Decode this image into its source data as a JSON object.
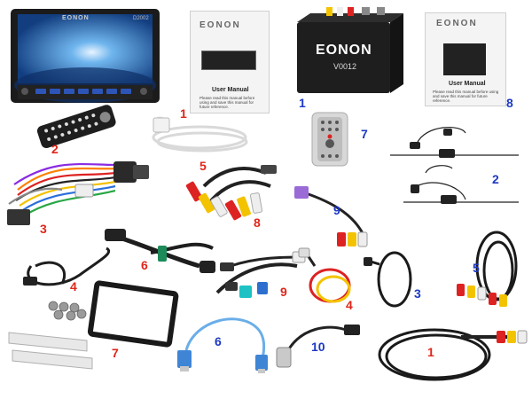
{
  "headunit": {
    "brand": "EONON",
    "model": "D2002"
  },
  "manual_left": {
    "brand": "EONON",
    "title": "User Manual",
    "description": "Please read this manual before using and save this manual for future reference."
  },
  "manual_right": {
    "brand": "EONON",
    "title": "User Manual",
    "description": "Please read this manual before using and save this manual for future reference."
  },
  "tv_box": {
    "brand": "EONON",
    "model": "V0012"
  },
  "labels": {
    "headunit_manual": "1",
    "remote_headunit": "2",
    "cable_white": "1",
    "harness": "3",
    "adapter_plug": "5",
    "rca_red": "8",
    "usb_cable_left": "4",
    "extension_cable": "6",
    "frame": "7",
    "brackets": "7",
    "av_cable_teal": "9",
    "usb_cable_blue": "6",
    "headphone_jack": "10",
    "av_cable_long": "1",
    "tvbox": "1",
    "remote_tv": "7",
    "manual_tv": "8",
    "antenna": "2",
    "av_cable_purple": "9",
    "power_cable": "4",
    "ir_sensor": "3",
    "av_cable_right": "5"
  },
  "colors": {
    "label_red": "#e0261b",
    "label_blue": "#1d39c4",
    "device_black": "#1b1b1b",
    "screen_blue": "#3a86d6"
  }
}
